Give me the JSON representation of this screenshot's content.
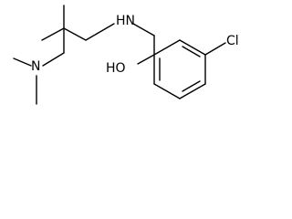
{
  "molecule": {
    "atoms": {
      "hydroxyl": "HO",
      "amine_nh": "HN",
      "chlorine": "Cl",
      "dimethyl_n": "N"
    }
  },
  "colors": {
    "bond": "#000000",
    "label": "#000000",
    "background": "#ffffff"
  }
}
